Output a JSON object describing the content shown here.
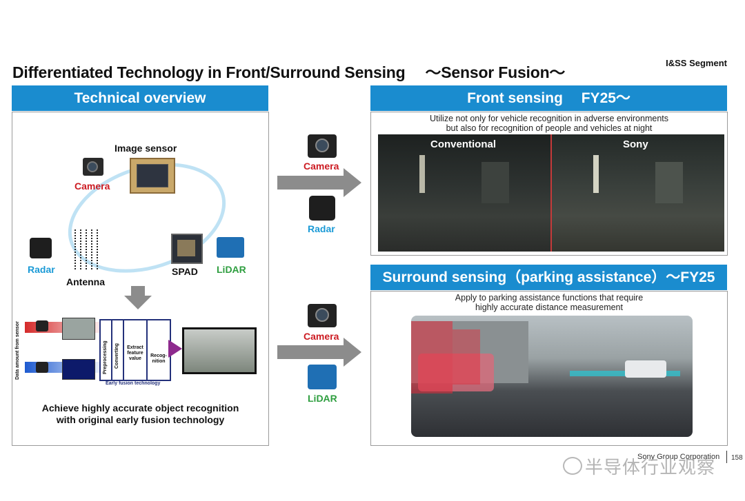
{
  "slide": {
    "title": "Differentiated Technology in Front/Surround Sensing 　～Sensor Fusion～",
    "segment": "I&SS Segment",
    "footer_company": "Sony Group Corporation",
    "page_number": "158",
    "watermark": "半导体行业观察"
  },
  "overview": {
    "header": "Technical overview",
    "image_sensor": "Image sensor",
    "camera": "Camera",
    "radar": "Radar",
    "antenna": "Antenna",
    "spad": "SPAD",
    "lidar": "LiDAR",
    "axis_label": "Data amount from sensor",
    "blocks": [
      "Preprocessing",
      "Converting",
      "Extract feature value",
      "Recog-nition"
    ],
    "early_fusion": "Early fusion technology",
    "caption_line1": "Achieve highly accurate object recognition",
    "caption_line2": "with original early fusion technology"
  },
  "middle": {
    "top_camera": "Camera",
    "top_radar": "Radar",
    "bottom_camera": "Camera",
    "bottom_lidar": "LiDAR"
  },
  "front": {
    "header": "Front sensing　 FY25～",
    "desc_line1": "Utilize not only for vehicle recognition in adverse environments",
    "desc_line2": "but also for recognition of people and vehicles at night",
    "left_label": "Conventional",
    "right_label": "Sony"
  },
  "surround": {
    "header": "Surround sensing（parking assistance）～FY25",
    "desc_line1": "Apply to parking assistance functions that require",
    "desc_line2": "highly accurate distance measurement"
  },
  "colors": {
    "header_blue": "#1a8ccf",
    "camera_red": "#cc1b22",
    "radar_blue": "#1a9ad6",
    "lidar_green": "#2e9e3f",
    "arrow_gray": "#8c8c8c"
  }
}
